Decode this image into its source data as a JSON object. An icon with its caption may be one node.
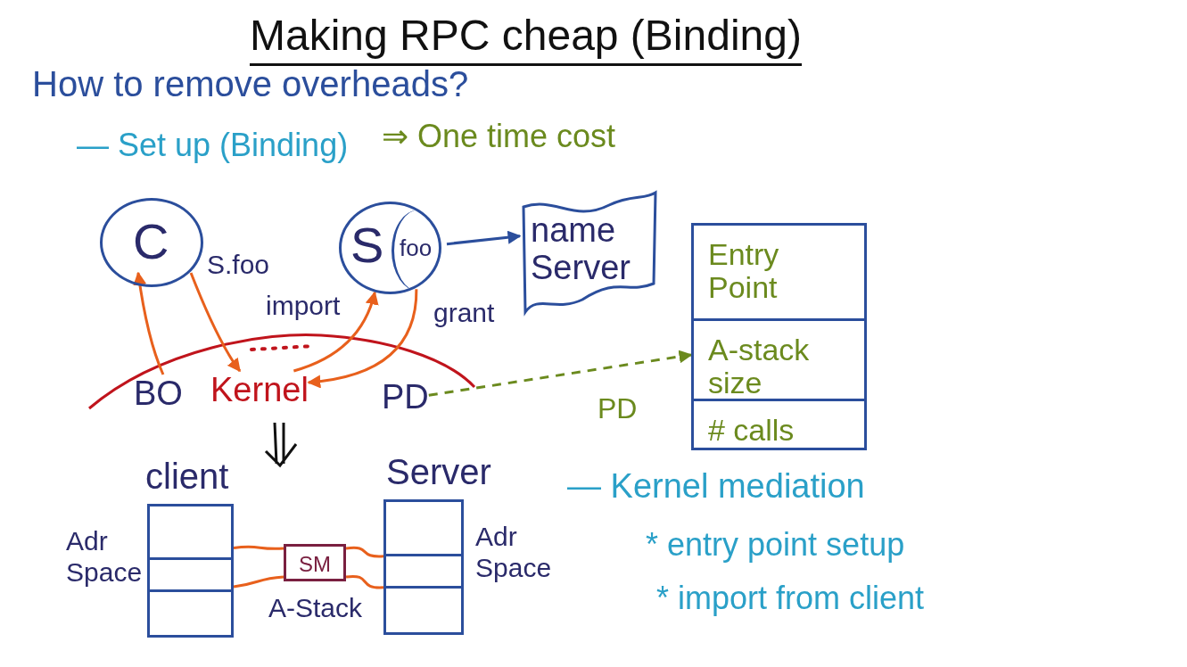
{
  "diagram": {
    "title": "Making RPC cheap (Binding)",
    "nodes": [
      {
        "text": [
          "C"
        ]
      },
      {
        "text": [
          "S"
        ]
      },
      {
        "text": [
          "foo"
        ],
        "in": 1
      },
      {
        "text": [
          "name Server"
        ]
      },
      {
        "text": [
          "Entry Point",
          "A-stack size",
          "# calls"
        ]
      },
      {
        "text": [
          "BO"
        ]
      },
      {
        "text": [
          "Kernel"
        ]
      },
      {
        "text": [
          "PD"
        ]
      },
      {
        "text": [
          "client"
        ],
        "beside": [
          "Adr Space"
        ]
      },
      {
        "text": [
          "SM"
        ],
        "beside": [
          "A-Stack"
        ]
      },
      {
        "text": [
          "Server"
        ],
        "beside": [
          "Adr Space"
        ]
      }
    ],
    "edges": [
      {
        "from": 5,
        "to": 0,
        "arrow": "to"
      },
      {
        "from": 0,
        "to": 6,
        "arrow": "to",
        "label": "S.foo"
      },
      {
        "from": 6,
        "to": 1,
        "arrow": "to",
        "label": "import"
      },
      {
        "from": 2,
        "to": 6,
        "arrow": "to",
        "label": "grant"
      },
      {
        "from": 2,
        "to": 3,
        "arrow": "to",
        "color": "#2b4e9c"
      },
      {
        "from": 7,
        "to": 4,
        "arrow": "to",
        "style": "dashed",
        "color": "#6b8a1e"
      },
      {
        "from": 8,
        "to": 9,
        "arrow": "none"
      },
      {
        "from": 9,
        "to": 10,
        "arrow": "none"
      }
    ],
    "labels": [
      "How to remove overheads?",
      "— Set up (Binding)",
      "⇒ One time cost",
      "PD",
      "— Kernel mediation",
      "* entry point setup",
      "* import from client"
    ]
  }
}
